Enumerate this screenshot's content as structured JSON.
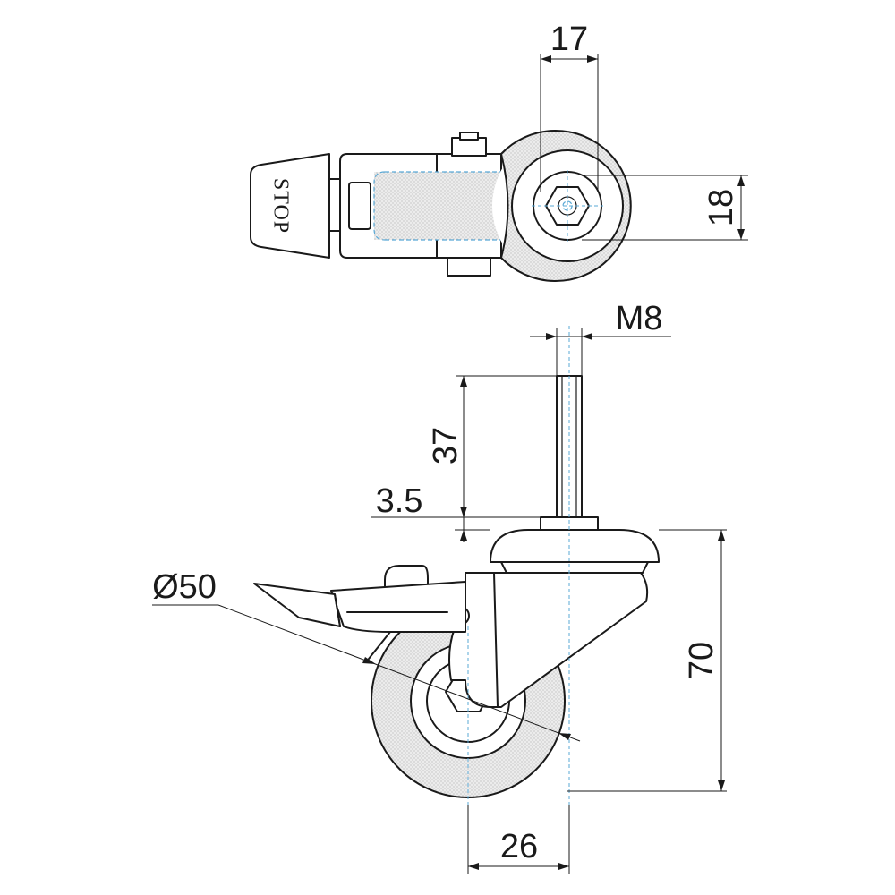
{
  "dimensions": {
    "top_width": "17",
    "top_height": "18",
    "thread": "M8",
    "stem_length": "37",
    "plate_thickness": "3.5",
    "wheel_diameter": "Ø50",
    "total_height": "70",
    "offset": "26"
  },
  "labels": {
    "brake_text": "STOP"
  },
  "colors": {
    "line": "#1a1a1a",
    "centerline": "#5aa9d6"
  }
}
